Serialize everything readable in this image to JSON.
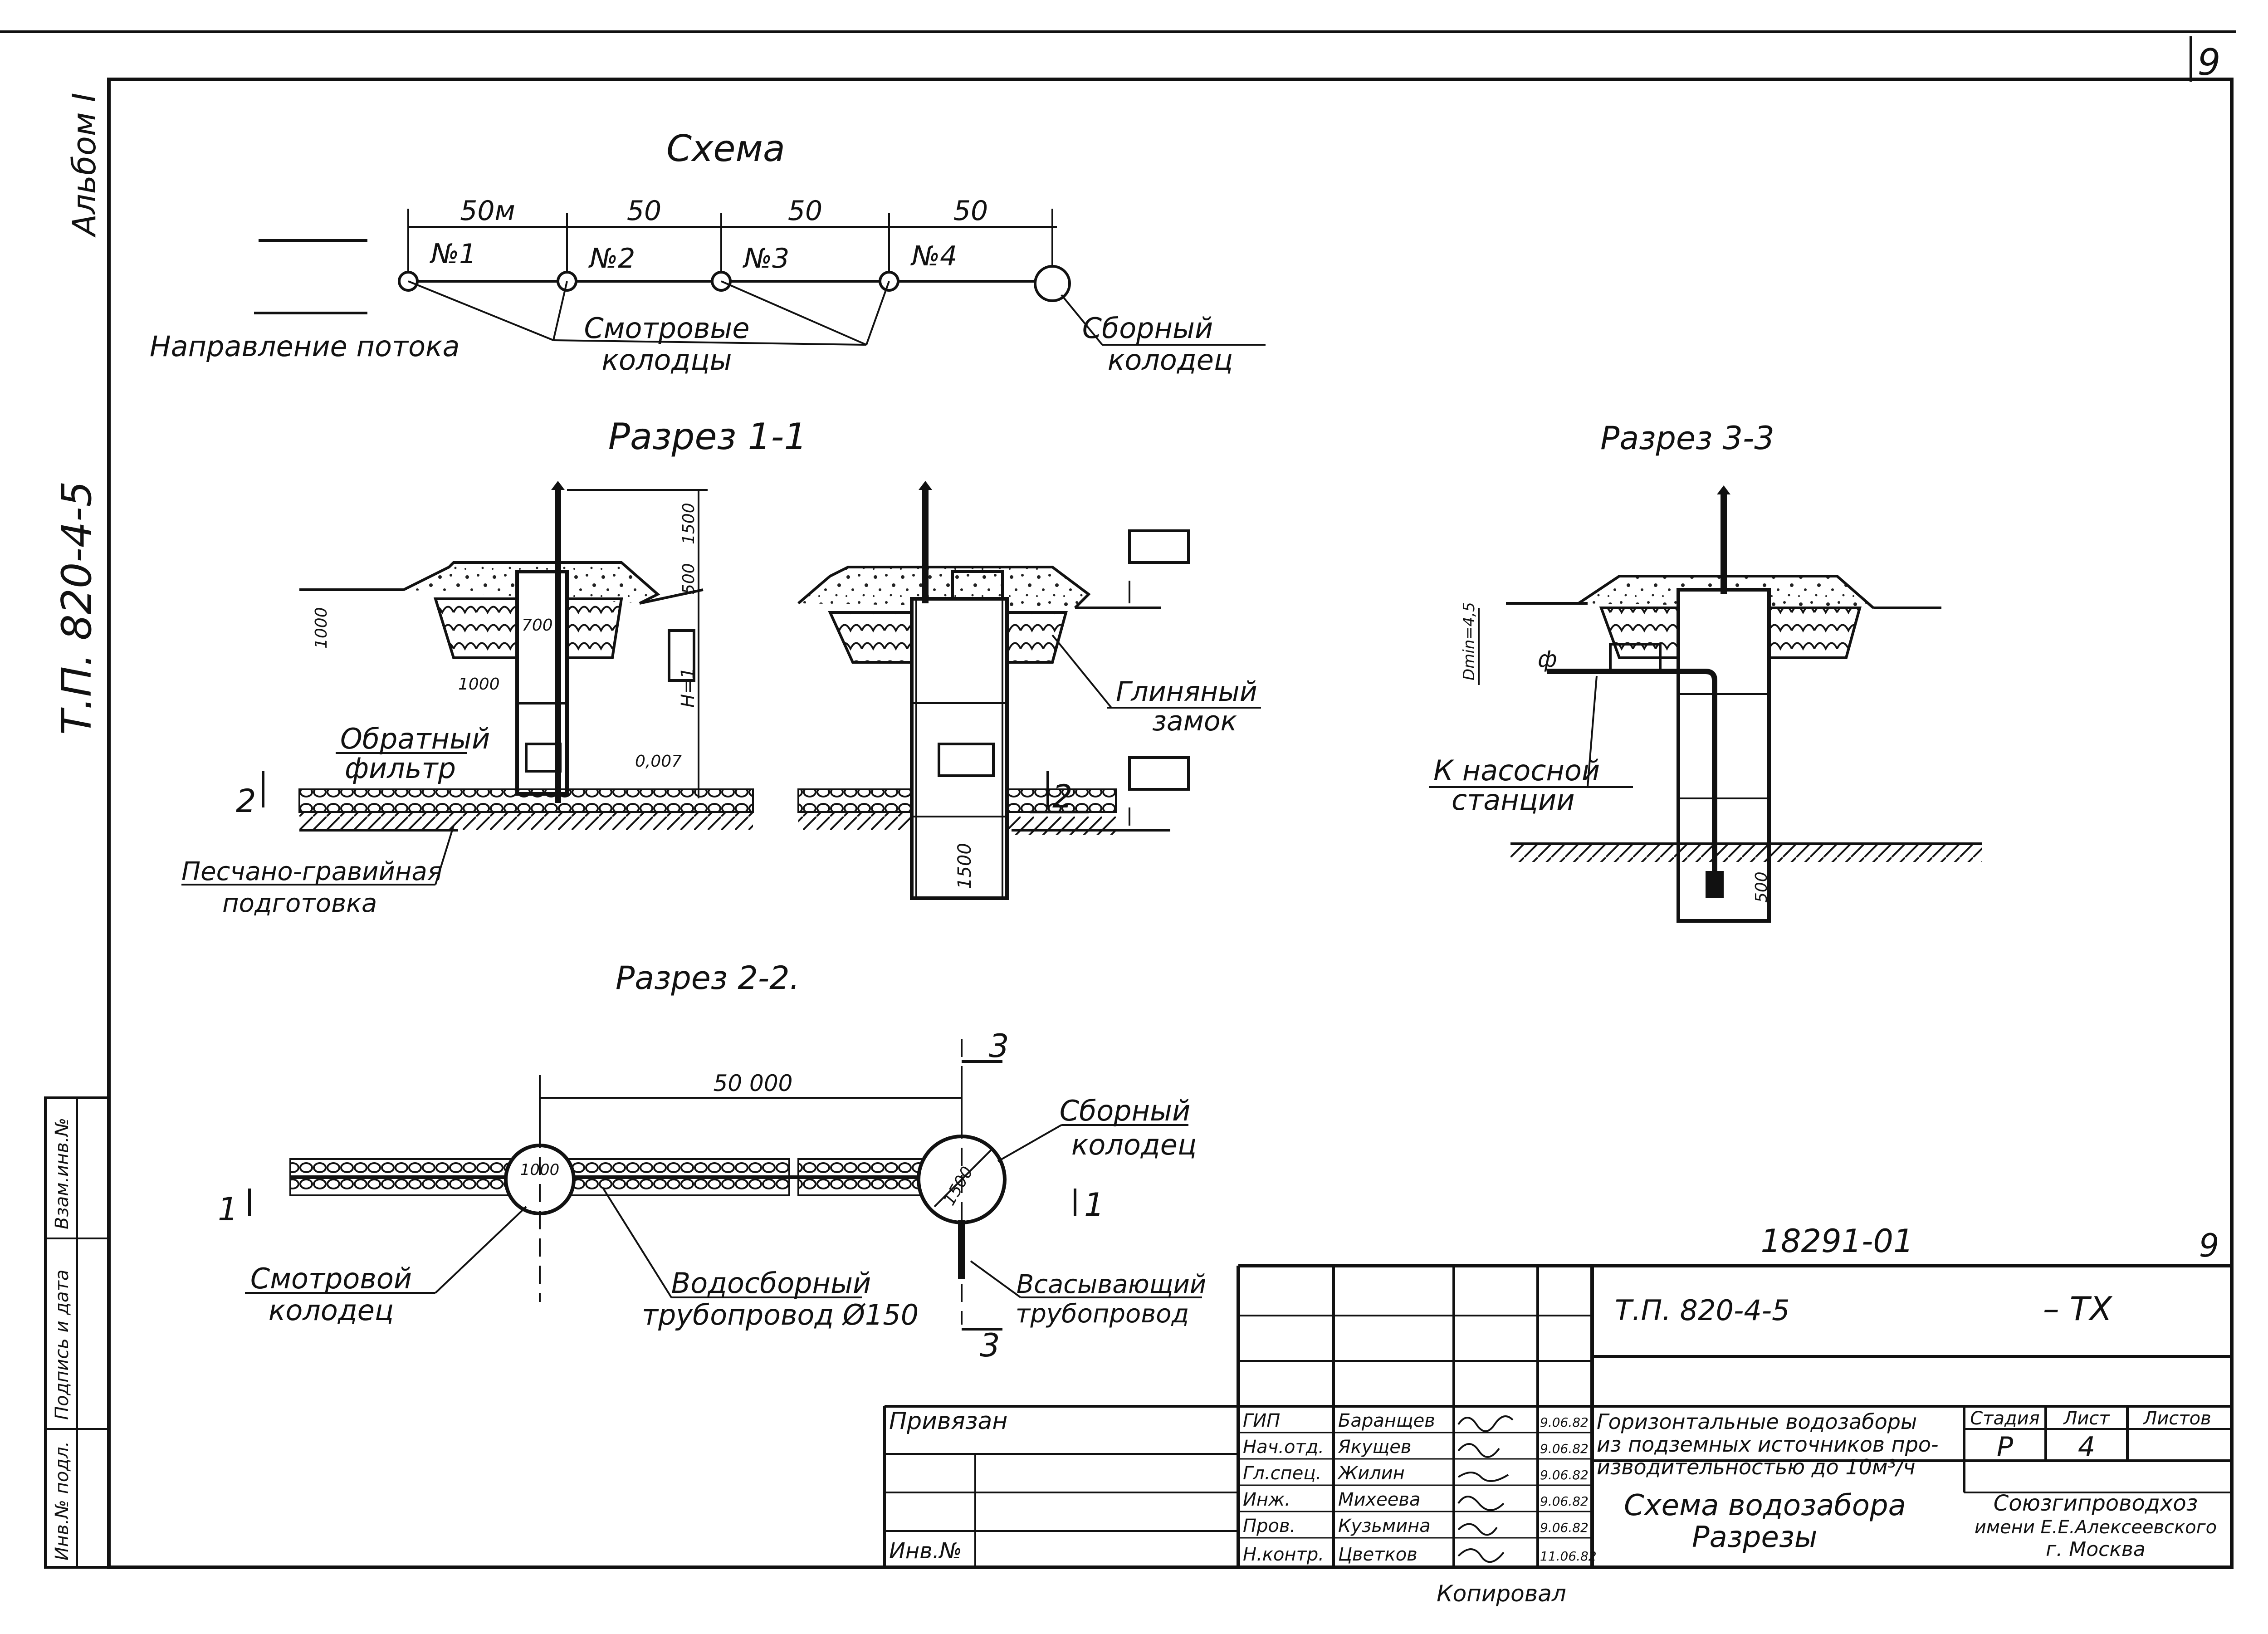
{
  "sheet": {
    "page_number": "9",
    "album_label": "Альбом I",
    "side_code": "Т.П. 820-4-5",
    "side_boxes": [
      "Инв.№ подл.",
      "Подпись и дата",
      "Взам.инв.№"
    ],
    "copied_label": "Копировал"
  },
  "scheme": {
    "title": "Схема",
    "distances": [
      "50м",
      "50",
      "50",
      "50"
    ],
    "wells": [
      "№1",
      "№2",
      "№3",
      "№4"
    ],
    "flow_label": "Направление потока",
    "inspection_wells": [
      "Смотровые",
      "колодцы"
    ],
    "collecting_well": [
      "Сборный",
      "колодец"
    ]
  },
  "section_1": {
    "title": "Разрез 1-1",
    "dims": [
      "1500",
      "500",
      "1000",
      "1000",
      "700",
      "H=1",
      "0,007"
    ],
    "labels": {
      "reverse_filter": [
        "Обратный",
        "фильтр"
      ],
      "sand_gravel": [
        "Песчано-гравийная",
        "подготовка"
      ],
      "clay_lock": [
        "Глиняный",
        "замок"
      ]
    },
    "cut_marks": [
      "2",
      "2"
    ],
    "bottom_dim": "1500"
  },
  "section_3": {
    "title": "Разрез 3-3",
    "dims": [
      "Dmin=4,5",
      "500"
    ],
    "pump_label": [
      "К насосной",
      "станции"
    ],
    "symbol": "ф"
  },
  "section_2": {
    "title": "Разрез 2-2.",
    "length": "50 000",
    "dia_1": "1000",
    "dia_2": "1500",
    "marks": [
      "3",
      "3",
      "1",
      "1"
    ],
    "labels": {
      "inspection_well": [
        "Смотровой",
        "колодец"
      ],
      "collector_pipe": [
        "Водосборный",
        "трубопровод Ø150"
      ],
      "collecting_well": [
        "Сборный",
        "колодец"
      ],
      "suction_pipe": [
        "Всасывающий",
        "трубопровод"
      ]
    }
  },
  "title_block": {
    "doc_no": "18291-01",
    "sheet_corner": "9",
    "code": "Т.П. 820-4-5",
    "suffix": "– ТХ",
    "tied": "Привязан",
    "inv": "Инв.№",
    "roles": [
      "ГИП",
      "Нач.отд.",
      "Гл.спец.",
      "Инж.",
      "Пров.",
      "Н.контр."
    ],
    "names": [
      "Баранщев",
      "Якущев",
      "Жилин",
      "Михеева",
      "Кузьмина",
      "Цветков"
    ],
    "dates": [
      "9.06.82",
      "9.06.82",
      "9.06.82",
      "9.06.82",
      "9.06.82",
      "11.06.82"
    ],
    "description": [
      "Горизонтальные водозаборы",
      "из подземных источников про-",
      "изводительностью до 10м³/ч"
    ],
    "sheet_title": [
      "Схема водозабора",
      "Разрезы"
    ],
    "stage_headers": [
      "Стадия",
      "Лист",
      "Листов"
    ],
    "stage_values": [
      "Р",
      "4",
      ""
    ],
    "org": [
      "Союзгипроводхоз",
      "имени Е.Е.Алексеевского",
      "г. Москва"
    ]
  }
}
